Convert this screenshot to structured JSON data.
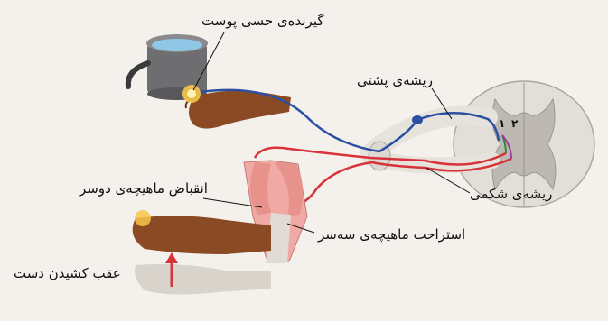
{
  "labels": {
    "sensory_receptor": "گیرنده‌ی حسی پوست",
    "dorsal_root": "ریشه‌ی پشتی",
    "ventral_root": "ریشه‌ی شکمی",
    "biceps_contraction": "انقباض ماهیچه‌ی دوسر",
    "triceps_relaxation": "استراحت ماهیچه‌ی سه‌سر",
    "hand_withdrawal": "عقب کشیدن دست"
  },
  "synapse_numbers": [
    "۱",
    "۲"
  ],
  "colors": {
    "sensory_neuron": "#2a4fa3",
    "motor_neuron": "#d8323a",
    "muscle": "#f0a9a4",
    "skin_dark": "#8a4a23",
    "skin_light": "#d8d4cc",
    "spinal_cord": "#c9c6c0",
    "pot": "#6e6e70",
    "water": "#8fc7e6"
  },
  "icons": [
    "hot-pot-icon",
    "pain-burst-icon",
    "withdrawal-arrow-icon"
  ]
}
